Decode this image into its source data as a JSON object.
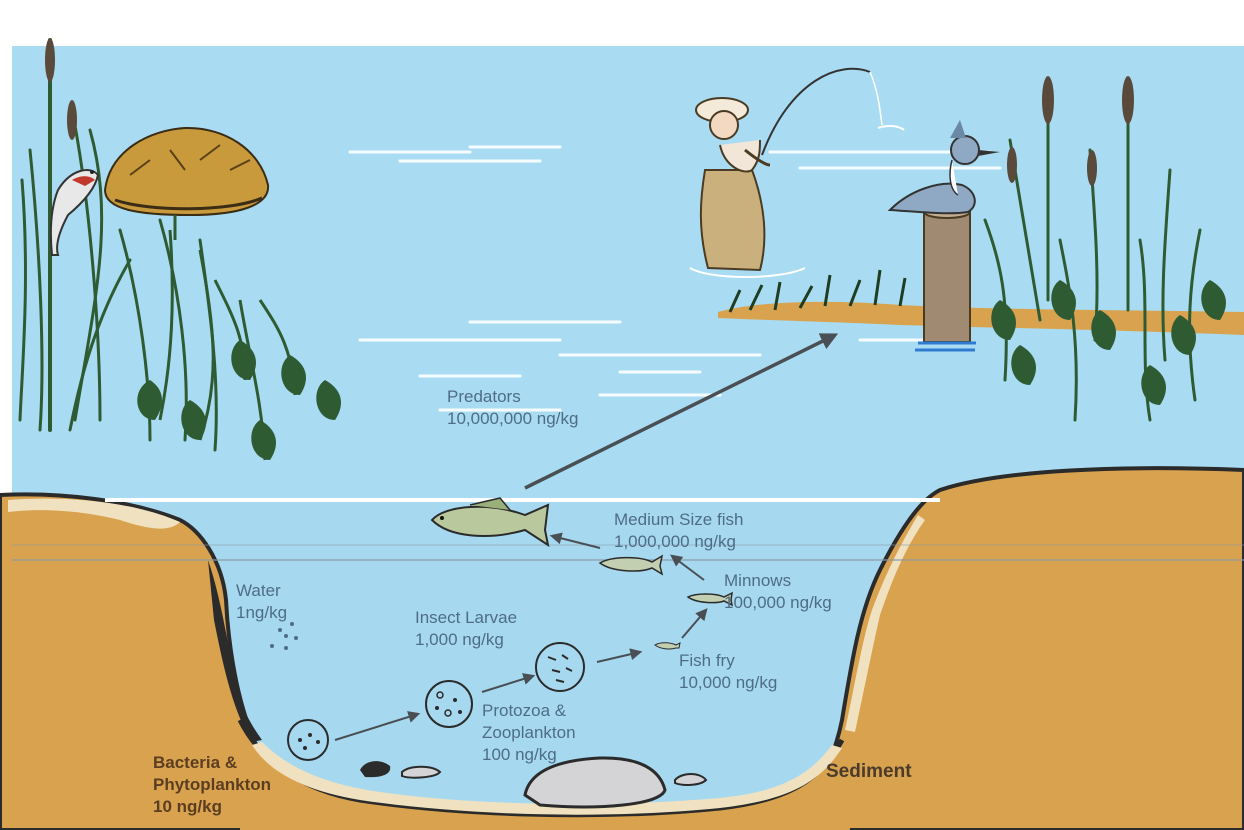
{
  "diagram": {
    "levels": [
      {
        "key": "predators",
        "name": "Predators",
        "concentration": "10,000,000 ng/kg"
      },
      {
        "key": "medium_fish",
        "name": "Medium Size fish",
        "concentration": "1,000,000 ng/kg"
      },
      {
        "key": "minnows",
        "name": "Minnows",
        "concentration": "100,000 ng/kg"
      },
      {
        "key": "fish_fry",
        "name": "Fish fry",
        "concentration": "10,000 ng/kg"
      },
      {
        "key": "insect_larvae",
        "name": "Insect Larvae",
        "concentration": "1,000 ng/kg"
      },
      {
        "key": "protozoa",
        "name_line1": "Protozoa &",
        "name_line2": "Zooplankton",
        "concentration": "100 ng/kg"
      },
      {
        "key": "bacteria",
        "name_line1": "Bacteria &",
        "name_line2": "Phytoplankton",
        "concentration": "10 ng/kg"
      },
      {
        "key": "water",
        "name": "Water",
        "concentration": "1ng/kg"
      }
    ],
    "sediment_label": "Sediment",
    "colors": {
      "sky": "#a9dcf2",
      "water": "#a6d9f0",
      "earth": "#d9a24e",
      "shoreline": "#f0e2c0",
      "outline": "#2b2b2b",
      "label_text": "#4f6c86",
      "arrow": "#4a4f55",
      "vegetation": "#2f5b33"
    },
    "icons": [
      "cattail-icon",
      "nest-icon",
      "blackbird-icon",
      "fisherman-icon",
      "kingfisher-icon",
      "post-icon",
      "bass-fish-icon",
      "minnow-icon",
      "plankton-circle-icon",
      "rock-icon"
    ]
  }
}
